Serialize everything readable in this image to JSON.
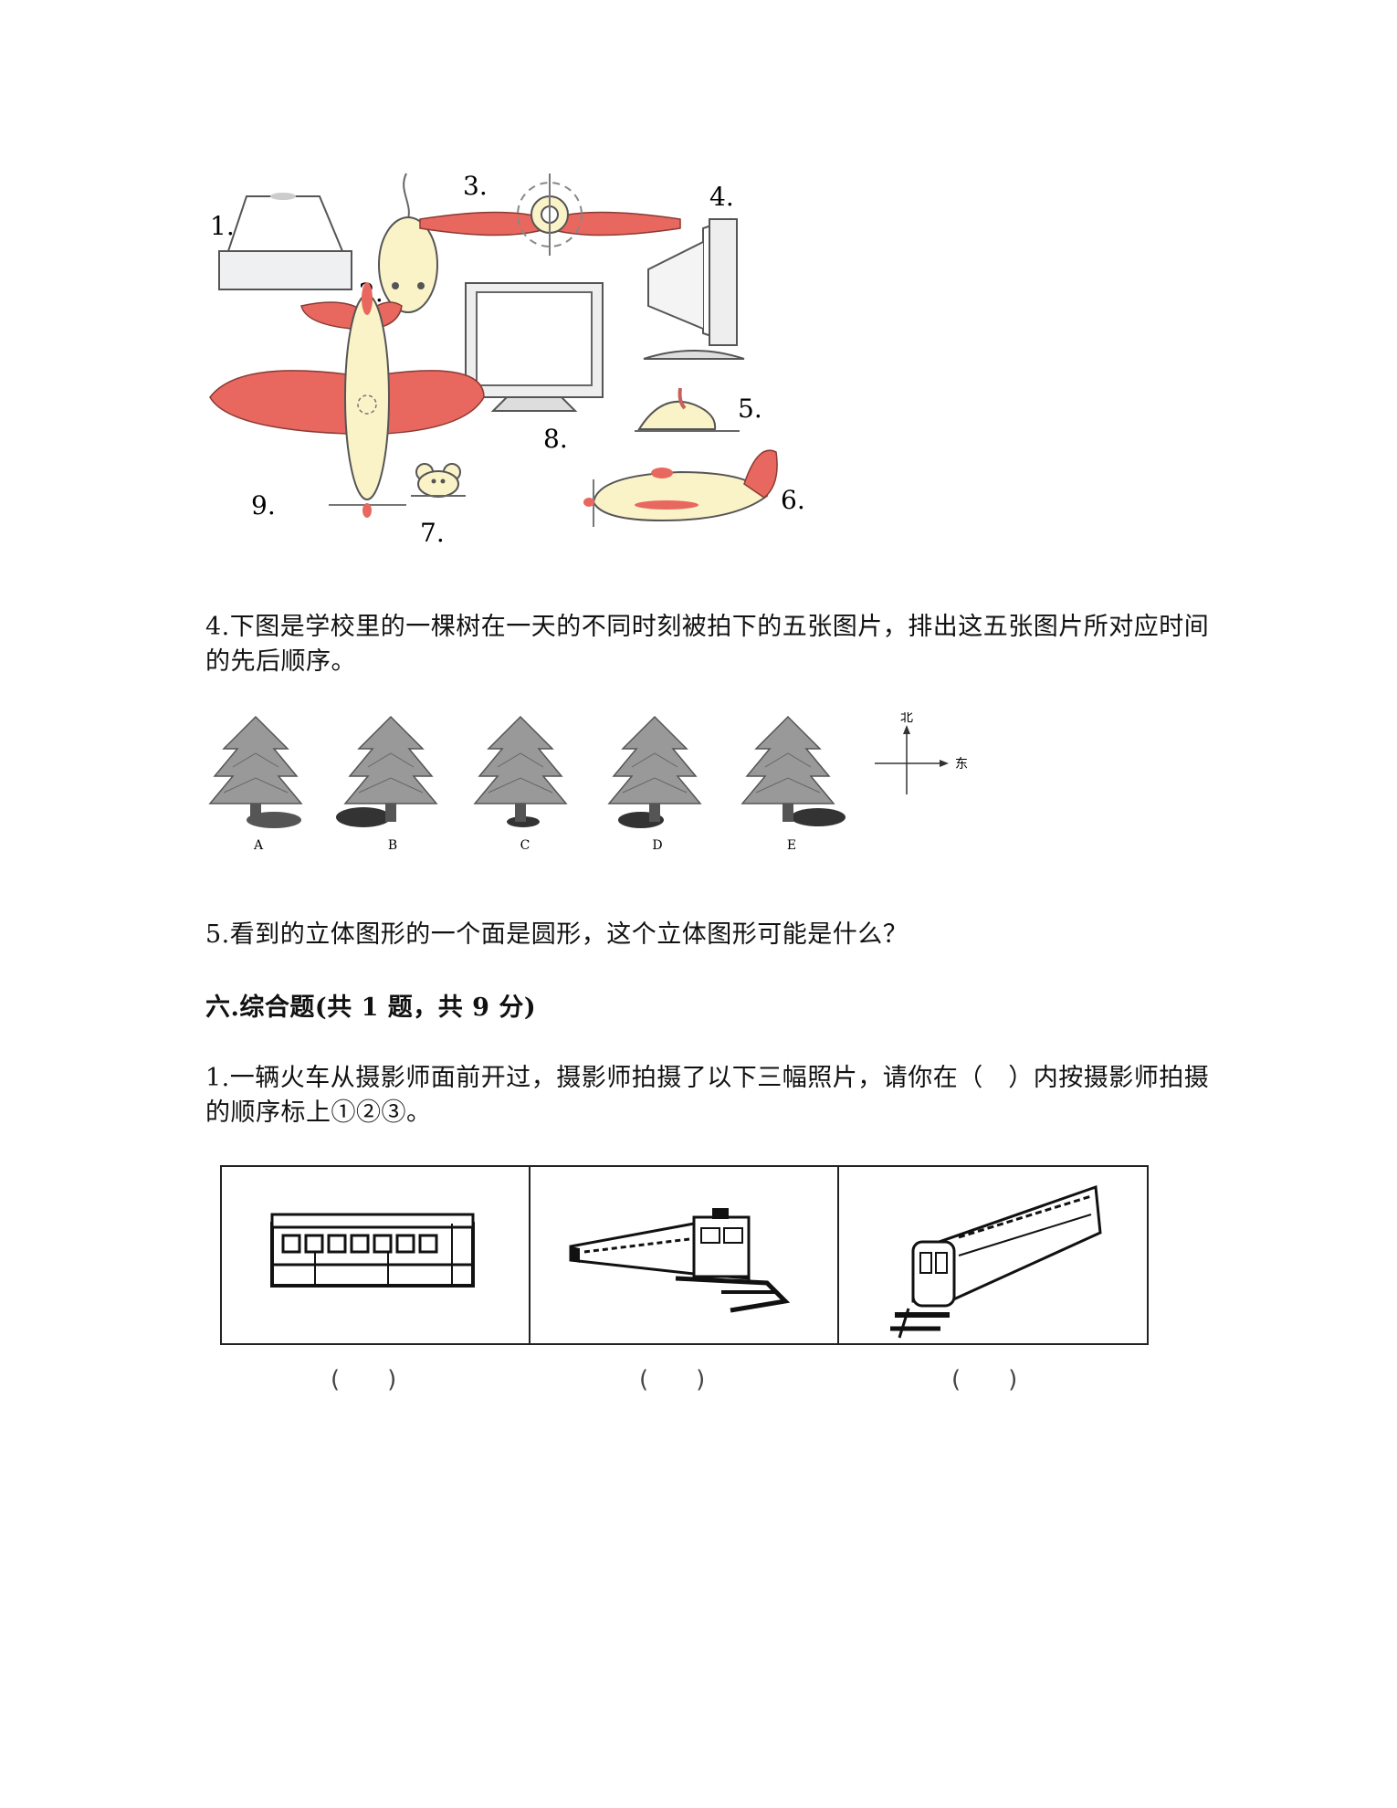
{
  "figure1": {
    "labels": [
      "1.",
      "2.",
      "3.",
      "4.",
      "5.",
      "6.",
      "7.",
      "8.",
      "9."
    ]
  },
  "q4": {
    "text": "4.下图是学校里的一棵树在一天的不同时刻被拍下的五张图片，排出这五张图片所对应时间的先后顺序。"
  },
  "trees": {
    "labels": [
      "A",
      "B",
      "C",
      "D",
      "E"
    ],
    "compass": {
      "north": "北",
      "east": "东"
    }
  },
  "q5": {
    "text": "5.看到的立体图形的一个面是圆形，这个立体图形可能是什么？"
  },
  "section6": {
    "title": "六.综合题(共 1 题，共 9 分)"
  },
  "q61": {
    "text": "1.一辆火车从摄影师面前开过，摄影师拍摄了以下三幅照片，请你在（　）内按摄影师拍摄的顺序标上①②③。"
  },
  "trains": {
    "answer_parens": [
      "(　　)",
      "(　　)",
      "(　　)"
    ]
  },
  "colors": {
    "plane_red": "#e8685f",
    "plane_cream": "#fbf3c8",
    "tree_gray": "#8a8a8a"
  }
}
